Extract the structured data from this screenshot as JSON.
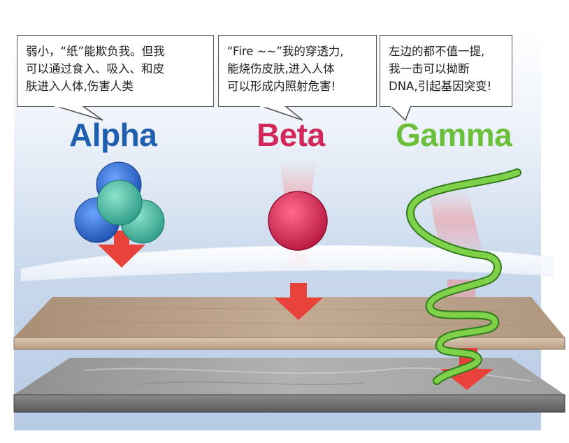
{
  "colors": {
    "alpha": "#1f5fb0",
    "beta": "#d22859",
    "gamma": "#6cbf3a",
    "arrow": "#e8423b",
    "alpha_blue": "#2f6fcf",
    "alpha_teal": "#46c0a6"
  },
  "alpha": {
    "title": "Alpha",
    "bubble": [
      "弱小，“纸”能欺负我。但我",
      "可以通过食入、吸入、和皮",
      "肤进入人体,伤害人类"
    ]
  },
  "beta": {
    "title": "Beta",
    "bubble": [
      "“Fire ~~”我的穿透力,",
      "能烧伤皮肤,进入人体",
      "可以形成内照射危害!"
    ]
  },
  "gamma": {
    "title": "Gamma",
    "bubble": [
      "左边的都不值一提,",
      "我一击可以拗断",
      "DNA,引起基因突变!"
    ]
  }
}
